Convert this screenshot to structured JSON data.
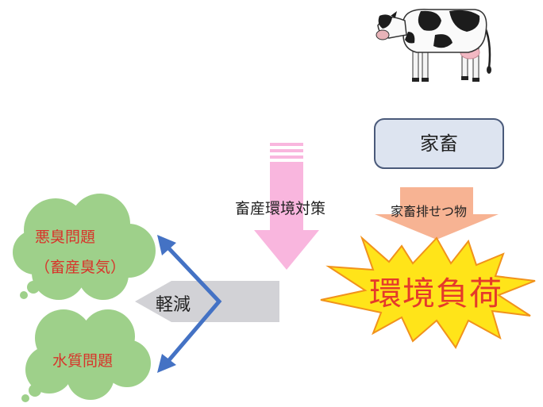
{
  "nodes": {
    "livestock": "家畜",
    "countermeasure": "畜産環境対策",
    "excreta": "家畜排せつ物",
    "environmental_burden": "環境負荷",
    "reduction": "軽減",
    "odor_problem": "悪臭問題",
    "odor_detail": "（畜産臭気）",
    "water_problem": "水質問題"
  },
  "colors": {
    "livestock_box_fill": "#dde4f0",
    "livestock_box_stroke": "#4a5a7a",
    "countermeasure_arrow": "#f9b6de",
    "excreta_arrow": "#f7b393",
    "burst_fill": "#ffe419",
    "burst_stroke": "#f1921c",
    "burden_text": "#e53a2a",
    "reduction_arrow": "#d2d2d6",
    "cloud_fill": "#9ed08a",
    "problem_text": "#d8332a",
    "effect_arrows": "#4472c4"
  },
  "icons": {
    "livestock_picture": "holstein-cow-icon"
  }
}
